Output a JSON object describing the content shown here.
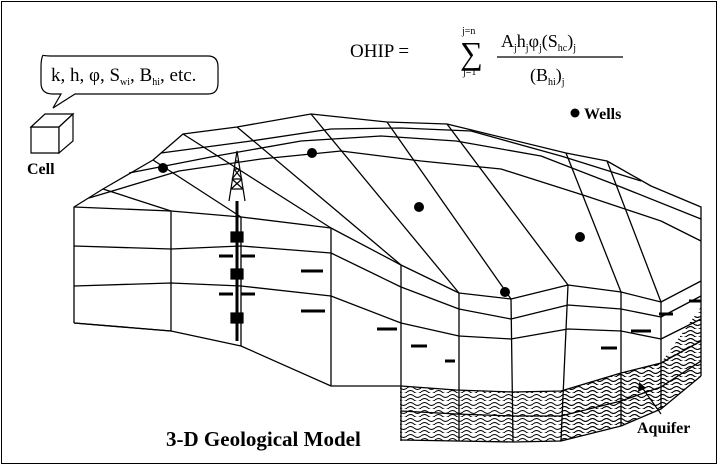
{
  "formula": {
    "lhs": "OHIP =",
    "sum_upper": "j=n",
    "sum_lower": "j=1",
    "numerator_parts": [
      "A",
      "j",
      "h",
      "j",
      "φ",
      "j",
      "(S",
      "hc",
      ")",
      "j"
    ],
    "denominator_parts": [
      "(B",
      "hi",
      ")",
      "j"
    ]
  },
  "cell_callout": {
    "parts": [
      "k, h, φ, S",
      "wi",
      ", B",
      "hi",
      ", etc."
    ]
  },
  "cell_label": "Cell",
  "wells_legend": "Wells",
  "model_title": "3-D Geological Model",
  "aquifer_label": "Aquifer",
  "colors": {
    "ink": "#000000",
    "background": "#ffffff"
  },
  "icons": [
    "well-derrick-icon",
    "well-dot-icon",
    "cell-cube-icon"
  ]
}
